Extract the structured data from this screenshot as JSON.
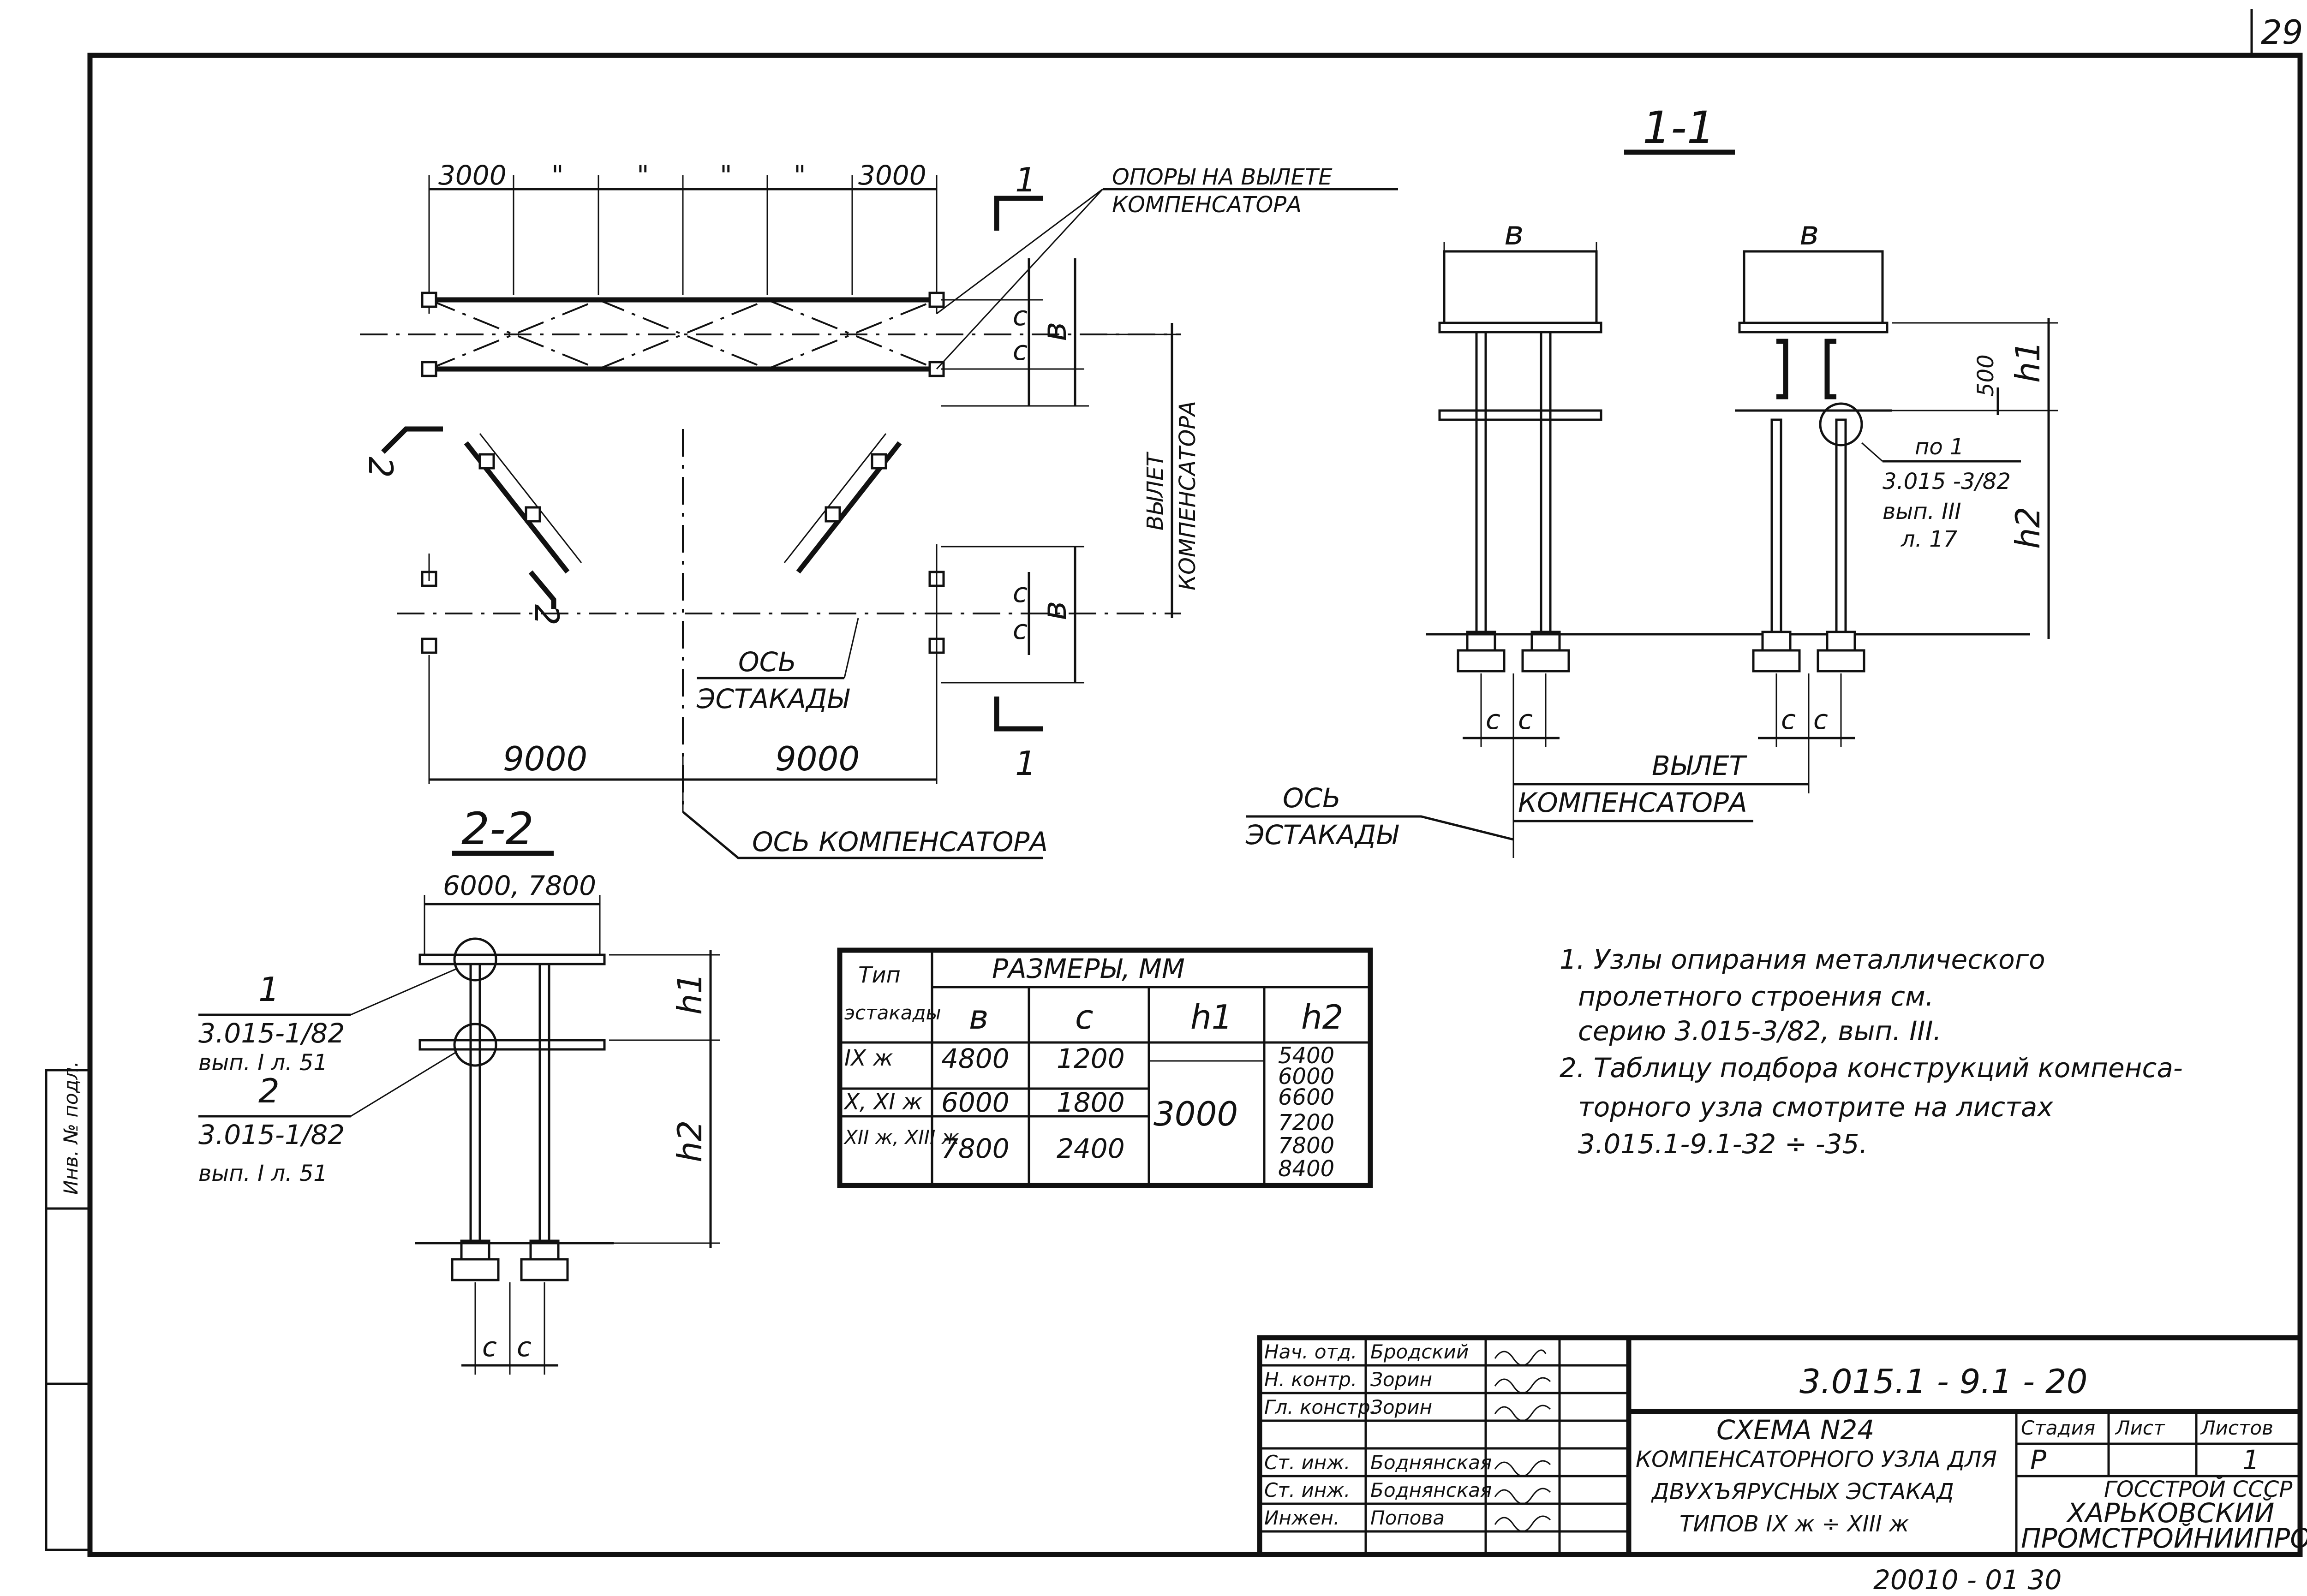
{
  "page_number": "29",
  "bottom_stamp": "20010 - 01 30",
  "side_stamp": "Инв. № подл.",
  "plan": {
    "dim_top": [
      "3000",
      "\"",
      "\"",
      "\"",
      "\"",
      "3000"
    ],
    "dim_bottom": [
      "9000",
      "9000"
    ],
    "dim_c1": "c",
    "dim_c2": "c",
    "dim_b": "в",
    "dim_c3": "c",
    "dim_c4": "c",
    "dim_b2": "в",
    "supports_label_1": "ОПОРЫ НА ВЫЛЕТЕ",
    "supports_label_2": "КОМПЕНСАТОРА",
    "vylet_1": "ВЫЛЕТ",
    "vylet_2": "КОМПЕНСАТОРА",
    "axis_estakady_1": "ОСЬ",
    "axis_estakady_2": "ЭСТАКАДЫ",
    "axis_komp": "ОСЬ КОМПЕНСАТОРА",
    "cut1_top": "1",
    "cut1_bottom": "1",
    "cut2_top": "2",
    "cut2_bottom": "2"
  },
  "section11": {
    "title": "1-1",
    "dim_b_left": "в",
    "dim_b_right": "в",
    "dim_500": "500",
    "dim_h1": "h1",
    "dim_h2": "h2",
    "dim_c": [
      "c",
      "c",
      "c",
      "c"
    ],
    "ref_1": "по 1",
    "ref_2": "3.015 -3/82",
    "ref_3": "вып. III",
    "ref_4": "л. 17",
    "vylet_1": "ВЫЛЕТ",
    "vylet_2": "КОМПЕНСАТОРА",
    "axis_1": "ОСЬ",
    "axis_2": "ЭСТАКАДЫ"
  },
  "section22": {
    "title": "2-2",
    "dim_width": "6000, 7800",
    "dim_h1": "h1",
    "dim_h2": "h2",
    "dim_c": [
      "c",
      "c"
    ],
    "ref1_num": "1",
    "ref1_series": "3.015-1/82",
    "ref1_sheet": "вып. I л. 51",
    "ref2_num": "2",
    "ref2_series": "3.015-1/82",
    "ref2_sheet": "вып. I л. 51"
  },
  "table": {
    "col_type_1": "Тип",
    "col_type_2": "эстакады",
    "group_header": "РАЗМЕРЫ, ММ",
    "headers": [
      "в",
      "с",
      "h1",
      "h2"
    ],
    "rows": [
      {
        "type": "IX ж",
        "b": "4800",
        "c": "1200"
      },
      {
        "type": "X, XI ж",
        "b": "6000",
        "c": "1800"
      },
      {
        "type": "XII ж, XIII ж",
        "b": "7800",
        "c": "2400"
      }
    ],
    "h1_value": "3000",
    "h2_values": [
      "5400",
      "6000",
      "6600",
      "7200",
      "7800",
      "8400"
    ]
  },
  "notes": {
    "n1_1": "1. Узлы опирания металлического",
    "n1_2": "пролетного строения см.",
    "n1_3": "серию 3.015-3/82, вып. III.",
    "n2_1": "2. Таблицу подбора конструкций компенса-",
    "n2_2": "торного узла смотрите на листах",
    "n2_3": "3.015.1-9.1-32 ÷ -35."
  },
  "title_block": {
    "roles": [
      "Нач. отд.",
      "Н. контр.",
      "Гл. констр.",
      "",
      "Ст. инж.",
      "Ст. инж.",
      "Инжен."
    ],
    "names": [
      "Бродский",
      "Зорин",
      "Зорин",
      "",
      "Боднянская",
      "Боднянская",
      "Попова"
    ],
    "doc_number": "3.015.1 - 9.1 - 20",
    "drawing_title_1": "СХЕМА N24",
    "drawing_title_2": "КОМПЕНСАТОРНОГО УЗЛА ДЛЯ",
    "drawing_title_3": "ДВУХЪЯРУСНЫХ ЭСТАКАД",
    "drawing_title_4": "ТИПОВ IX ж ÷ XIII ж",
    "stage_label": "Стадия",
    "sheet_label": "Лист",
    "sheets_label": "Листов",
    "stage": "Р",
    "sheet": "",
    "sheets": "1",
    "org_1": "ГОССТРОЙ СССР",
    "org_2": "ХАРЬКОВСКИЙ",
    "org_3": "ПРОМСТРОЙНИИПРОЕКТ"
  }
}
